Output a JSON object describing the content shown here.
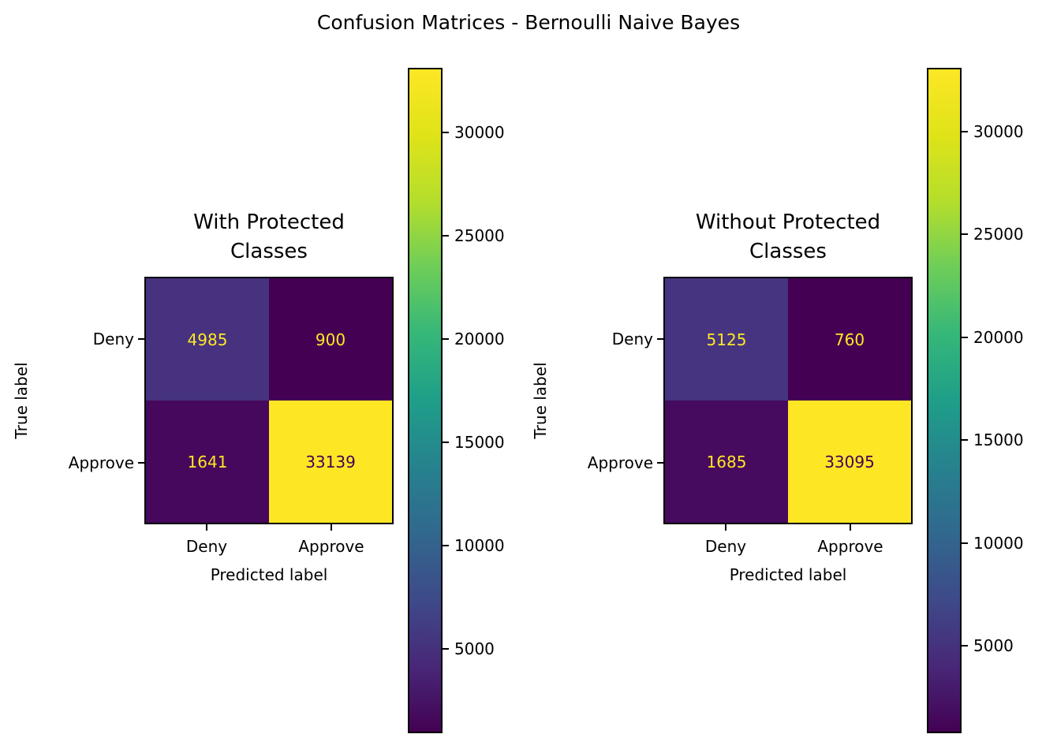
{
  "figure_title": "Confusion Matrices - Bernoulli Naive Bayes",
  "colors": {
    "background": "#ffffff",
    "text": "#000000",
    "viridis_min": "#440154",
    "viridis_max": "#fde725",
    "cell_value_light_text": "#fde725",
    "cell_value_dark_text": "#440154"
  },
  "chart_data": [
    {
      "type": "heatmap",
      "subtype": "confusion-matrix",
      "title": "With Protected\nClasses",
      "xlabel": "Predicted label",
      "ylabel": "True label",
      "x_tick_labels": [
        "Deny",
        "Approve"
      ],
      "y_tick_labels": [
        "Deny",
        "Approve"
      ],
      "matrix": [
        [
          4985,
          900
        ],
        [
          1641,
          33139
        ]
      ],
      "cell_bg_colors": [
        [
          "#46327e",
          "#440154"
        ],
        [
          "#46085c",
          "#fde725"
        ]
      ],
      "cell_text_colors": [
        [
          "#fde725",
          "#fde725"
        ],
        [
          "#fde725",
          "#440154"
        ]
      ],
      "colormap": "viridis",
      "colorbar_ticks": [
        5000,
        10000,
        15000,
        20000,
        25000,
        30000
      ],
      "colorbar_range": [
        900,
        33139
      ],
      "colorbar_position": "right",
      "grid": false
    },
    {
      "type": "heatmap",
      "subtype": "confusion-matrix",
      "title": "Without Protected\nClasses",
      "xlabel": "Predicted label",
      "ylabel": "True label",
      "x_tick_labels": [
        "Deny",
        "Approve"
      ],
      "y_tick_labels": [
        "Deny",
        "Approve"
      ],
      "matrix": [
        [
          5125,
          760
        ],
        [
          1685,
          33095
        ]
      ],
      "cell_bg_colors": [
        [
          "#463480",
          "#440154"
        ],
        [
          "#460a5e",
          "#fde725"
        ]
      ],
      "cell_text_colors": [
        [
          "#fde725",
          "#fde725"
        ],
        [
          "#fde725",
          "#440154"
        ]
      ],
      "colormap": "viridis",
      "colorbar_ticks": [
        5000,
        10000,
        15000,
        20000,
        25000,
        30000
      ],
      "colorbar_range": [
        760,
        33095
      ],
      "colorbar_position": "right",
      "grid": false
    }
  ]
}
